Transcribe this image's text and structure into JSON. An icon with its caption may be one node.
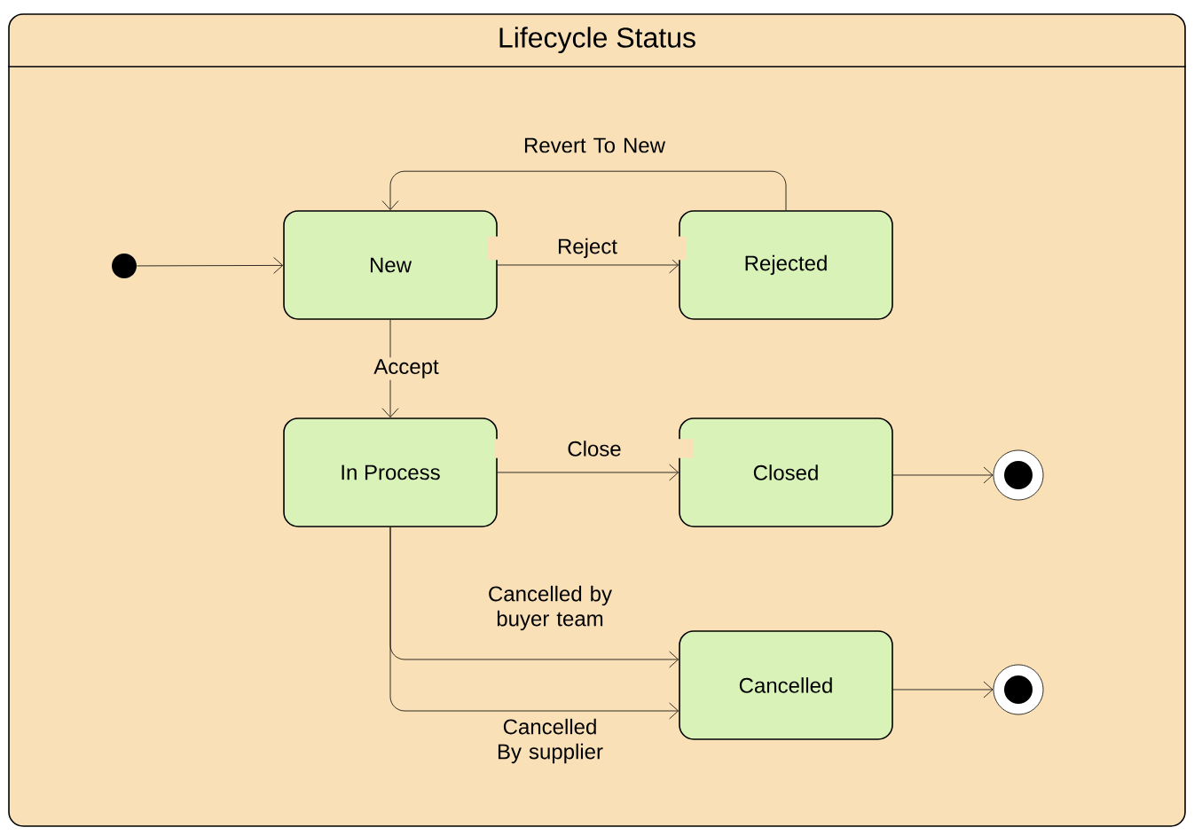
{
  "diagram": {
    "nodes": [
      {
        "text": [
          "Lifecycle Status"
        ]
      },
      {
        "text": [],
        "shape": "circle",
        "in": 0
      },
      {
        "text": [
          "New"
        ],
        "in": 0
      },
      {
        "text": [
          "Rejected"
        ],
        "in": 0
      },
      {
        "text": [
          "In Process"
        ],
        "in": 0
      },
      {
        "text": [
          "Closed"
        ],
        "in": 0
      },
      {
        "text": [],
        "shape": "bullseye",
        "in": 0
      },
      {
        "text": [
          "Cancelled"
        ],
        "in": 0
      },
      {
        "text": [],
        "shape": "bullseye",
        "in": 0
      }
    ],
    "edges": [
      {
        "from": 1,
        "to": 2,
        "arrow": "to"
      },
      {
        "from": 2,
        "to": 3,
        "arrow": "to",
        "label": "Reject"
      },
      {
        "from": 3,
        "to": 2,
        "arrow": "to",
        "label": "Revert To New"
      },
      {
        "from": 2,
        "to": 4,
        "arrow": "to",
        "label": "Accept"
      },
      {
        "from": 4,
        "to": 5,
        "arrow": "to",
        "label": "Close"
      },
      {
        "from": 5,
        "to": 6,
        "arrow": "to"
      },
      {
        "from": 4,
        "to": 7,
        "arrow": "to",
        "label": "Cancelled by buyer team"
      },
      {
        "from": 4,
        "to": 7,
        "arrow": "to",
        "label": "Cancelled By supplier"
      },
      {
        "from": 7,
        "to": 8,
        "arrow": "to"
      }
    ]
  }
}
